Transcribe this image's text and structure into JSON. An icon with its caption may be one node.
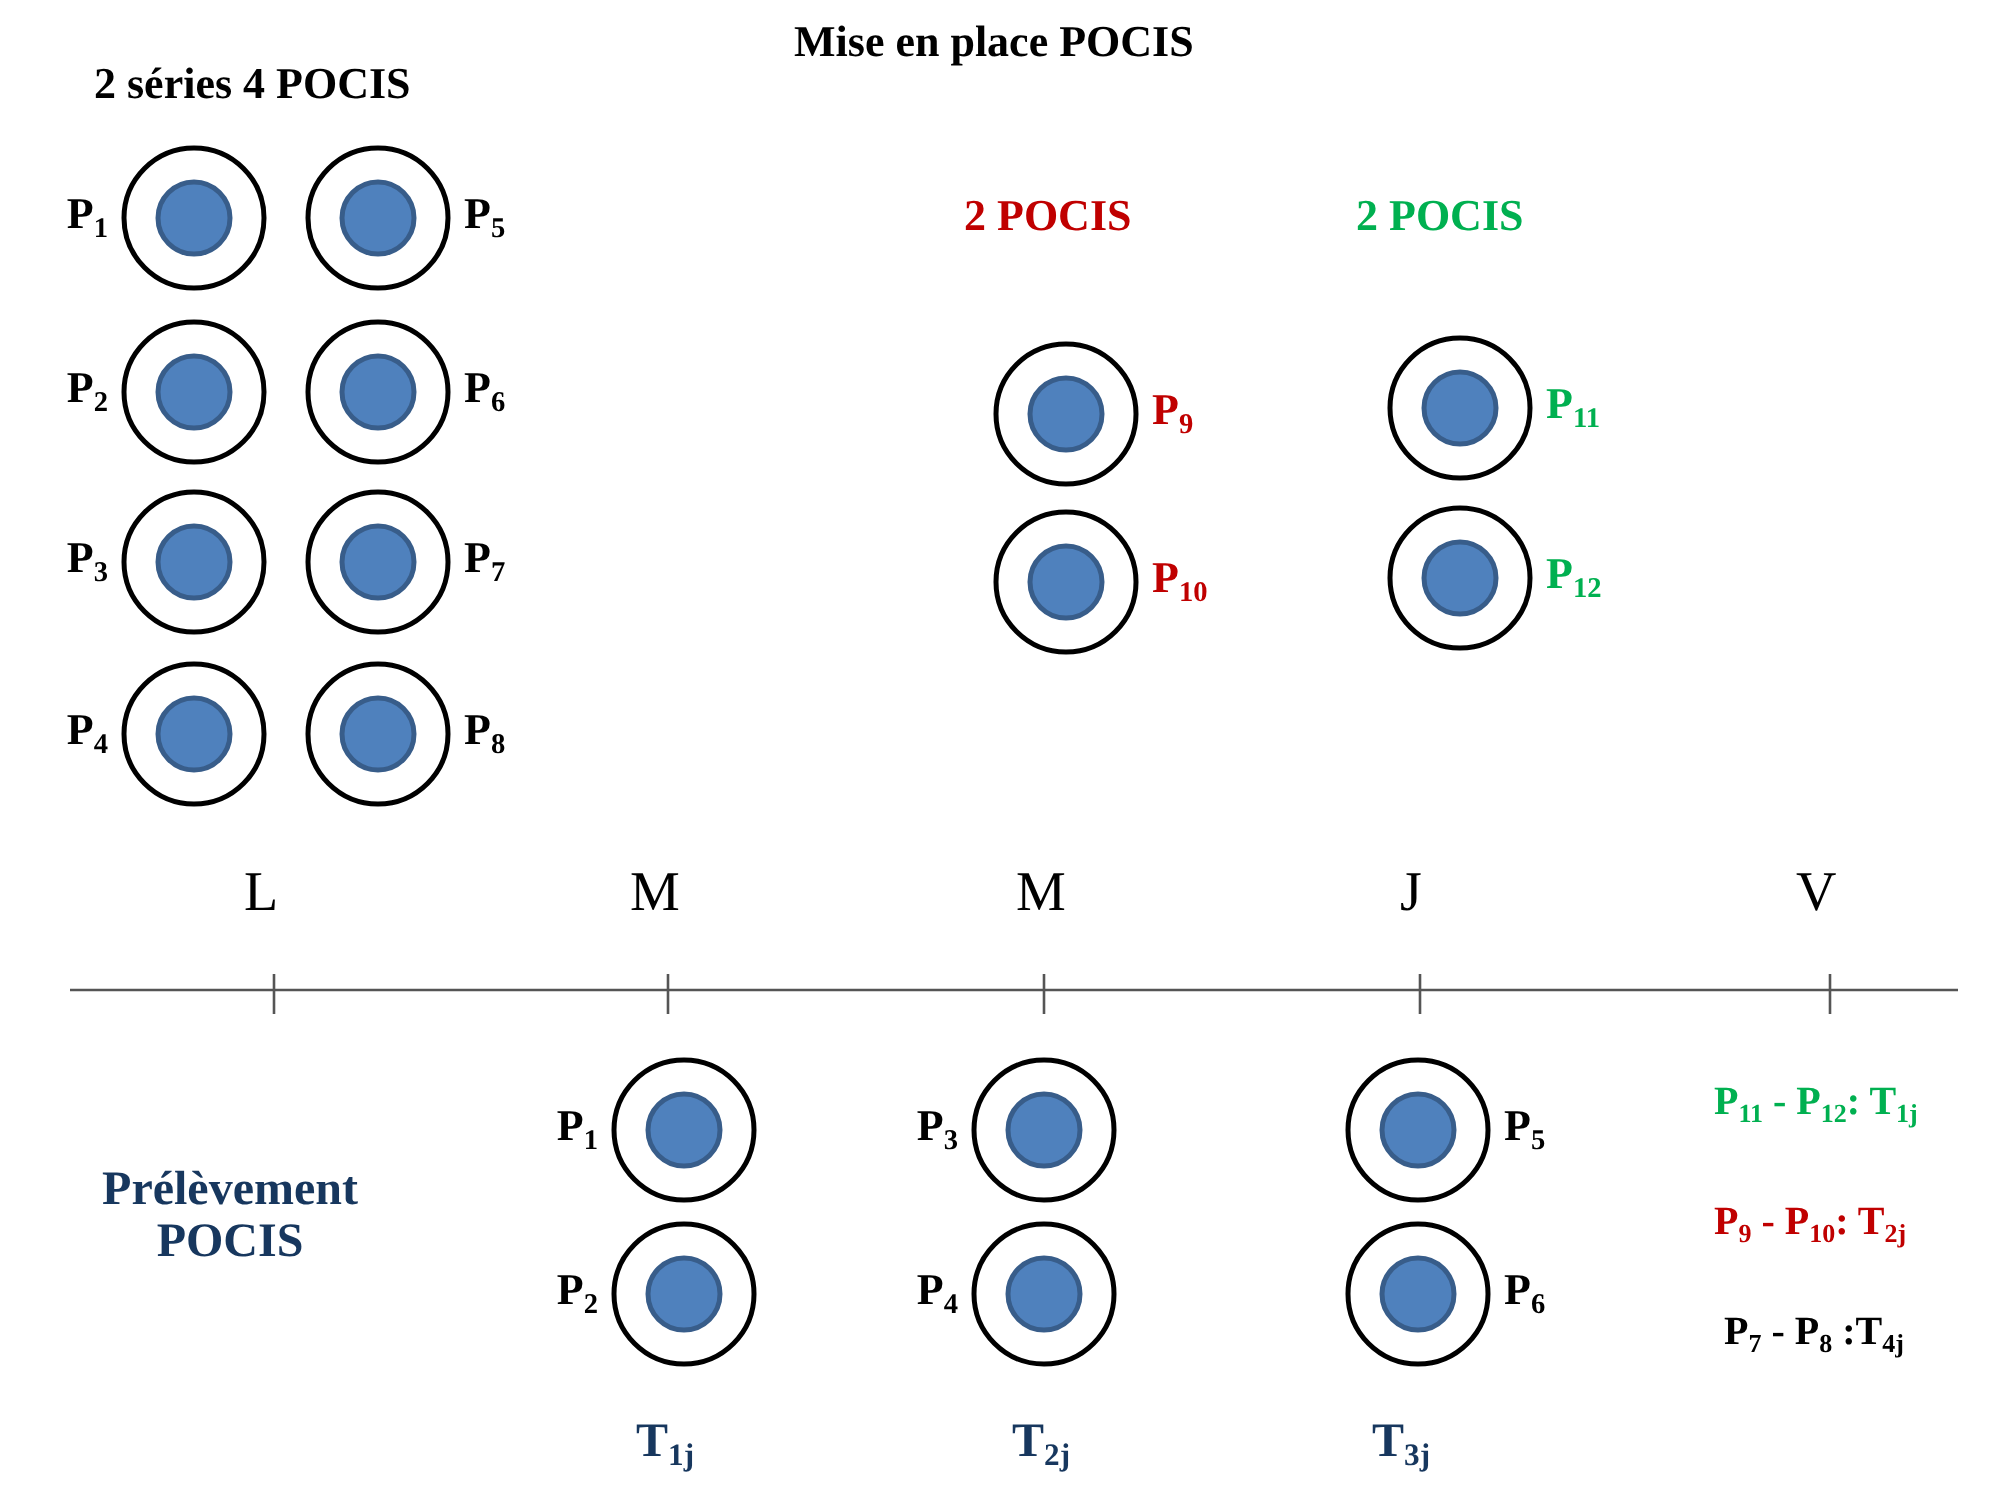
{
  "diagram": {
    "title": "Mise en place POCIS",
    "nodes": [
      {
        "text": [],
        "shape": "circle",
        "beside": [
          "P$_{1}$"
        ]
      },
      {
        "text": [],
        "shape": "circle",
        "beside": [
          "P$_{5}$"
        ]
      },
      {
        "text": [],
        "shape": "circle",
        "beside": [
          "P$_{2}$"
        ]
      },
      {
        "text": [],
        "shape": "circle",
        "beside": [
          "P$_{6}$"
        ]
      },
      {
        "text": [],
        "shape": "circle",
        "beside": [
          "P$_{3}$"
        ]
      },
      {
        "text": [],
        "shape": "circle",
        "beside": [
          "P$_{7}$"
        ]
      },
      {
        "text": [],
        "shape": "circle",
        "beside": [
          "P$_{4}$"
        ]
      },
      {
        "text": [],
        "shape": "circle",
        "beside": [
          "P$_{8}$"
        ]
      },
      {
        "text": [],
        "shape": "circle",
        "beside": [
          "P$_{9}$"
        ]
      },
      {
        "text": [],
        "shape": "circle",
        "beside": [
          "P$_{11}$"
        ]
      },
      {
        "text": [],
        "shape": "circle",
        "beside": [
          "P$_{10}$"
        ]
      },
      {
        "text": [],
        "shape": "circle",
        "beside": [
          "P$_{12}$"
        ]
      },
      {
        "text": [],
        "shape": "circle",
        "beside": [
          "P$_{1}$"
        ]
      },
      {
        "text": [],
        "shape": "circle",
        "beside": [
          "P$_{3}$"
        ]
      },
      {
        "text": [],
        "shape": "circle",
        "beside": [
          "P$_{5}$"
        ]
      },
      {
        "text": [],
        "shape": "circle",
        "beside": [
          "P$_{2}$"
        ]
      },
      {
        "text": [],
        "shape": "circle",
        "beside": [
          "P$_{4}$"
        ]
      },
      {
        "text": [],
        "shape": "circle",
        "beside": [
          "P$_{6}$"
        ]
      }
    ],
    "labels": [
      "2 séries 4 POCIS",
      "2 POCIS",
      "2 POCIS",
      "L",
      "M",
      "M",
      "J",
      "V",
      "Prélèvement POCIS",
      "P$_{11}$ - P$_{12}$: T$_{1j}$",
      "P$_{9}$ - P$_{10}$: T$_{2j}$",
      "P$_{7}$ - P$_{8}$ :T$_{4j}$",
      "T$_{1j}$",
      "T$_{2j}$",
      "T$_{3j}$"
    ]
  }
}
